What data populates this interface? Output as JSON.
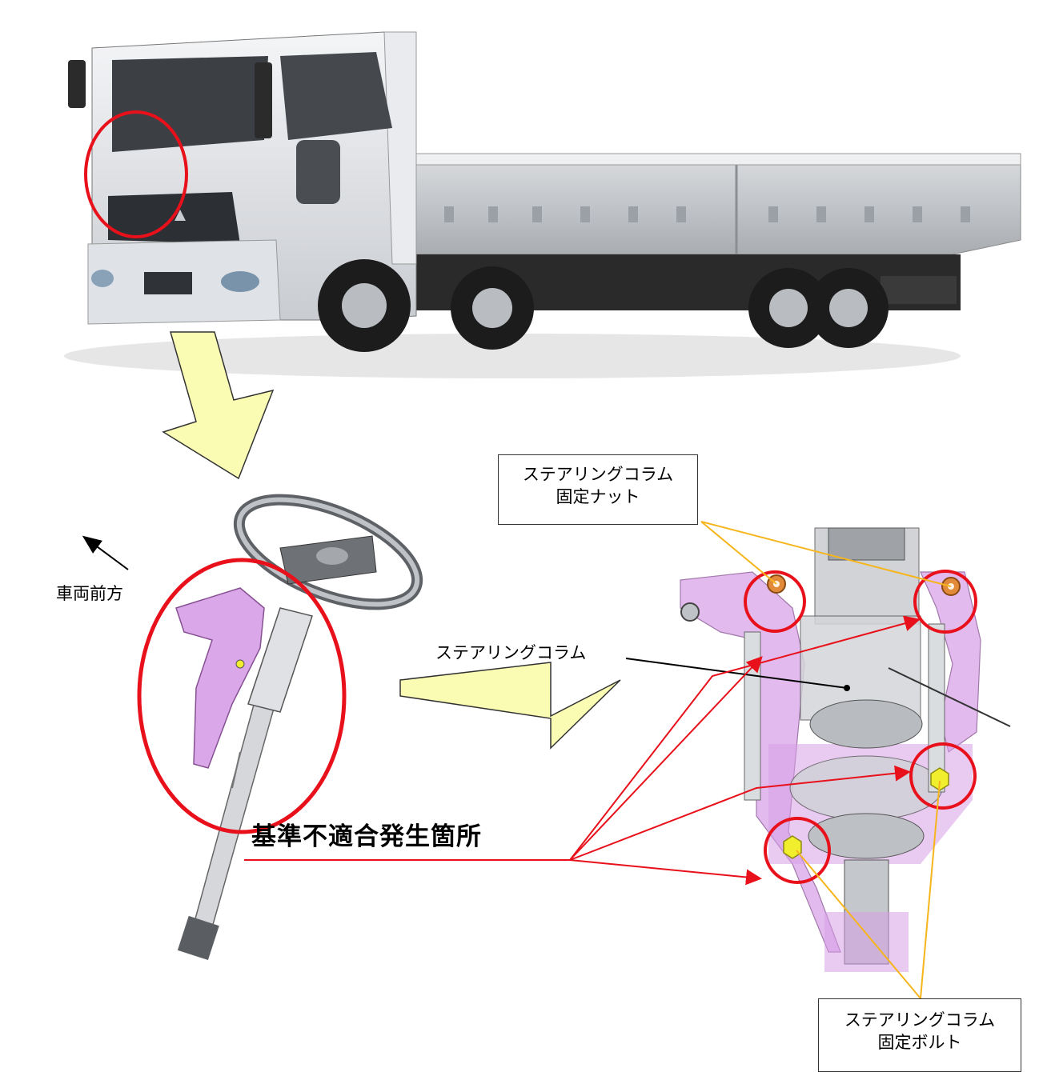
{
  "labels": {
    "nut_line1": "ステアリングコラム",
    "nut_line2": "固定ナット",
    "bolt_line1": "ステアリングコラム",
    "bolt_line2": "固定ボルト",
    "vehicle_front": "車両前方",
    "steering_column": "ステアリングコラム",
    "defect_location": "基準不適合発生箇所"
  },
  "colors": {
    "highlight_red": "#e8101a",
    "leader_orange": "#f6b51c",
    "arrow_yellow": "#fbfcb4",
    "part_purple": "#d79ee6",
    "nut_copper": "#e08a3a",
    "bolt_yellow": "#f1ee2e"
  },
  "icons": [
    "truck-image",
    "steering-assembly-image",
    "column-closeup-image",
    "arrow-icon"
  ]
}
